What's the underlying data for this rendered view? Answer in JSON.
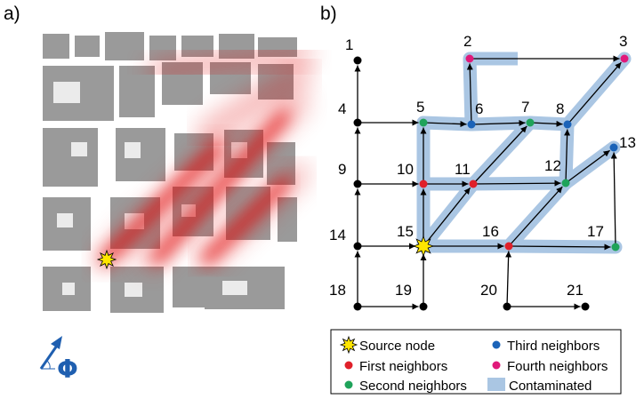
{
  "panels": {
    "a": "a)",
    "b": "b)"
  },
  "phi_symbol": "Φ",
  "colors": {
    "building": "#9a9a9a",
    "street_glow": "#e00000",
    "edge": "#000000",
    "contaminated": "#aac6e3",
    "source": "#ffe600",
    "first": "#e0202a",
    "second": "#1fa35a",
    "third": "#1b63b8",
    "fourth": "#e0197a",
    "plain": "#000000",
    "phi": "#1f5fb0"
  },
  "nodes": [
    {
      "id": "1",
      "label": "1",
      "type": "plain"
    },
    {
      "id": "2",
      "label": "2",
      "type": "fourth"
    },
    {
      "id": "3",
      "label": "3",
      "type": "fourth"
    },
    {
      "id": "4",
      "label": "4",
      "type": "plain"
    },
    {
      "id": "5",
      "label": "5",
      "type": "second"
    },
    {
      "id": "6",
      "label": "6",
      "type": "third"
    },
    {
      "id": "7",
      "label": "7",
      "type": "second"
    },
    {
      "id": "8",
      "label": "8",
      "type": "third"
    },
    {
      "id": "9",
      "label": "9",
      "type": "plain"
    },
    {
      "id": "10",
      "label": "10",
      "type": "first"
    },
    {
      "id": "11",
      "label": "11",
      "type": "first"
    },
    {
      "id": "12",
      "label": "12",
      "type": "second"
    },
    {
      "id": "13",
      "label": "13",
      "type": "third"
    },
    {
      "id": "14",
      "label": "14",
      "type": "plain"
    },
    {
      "id": "15",
      "label": "15",
      "type": "source"
    },
    {
      "id": "16",
      "label": "16",
      "type": "first"
    },
    {
      "id": "17",
      "label": "17",
      "type": "second"
    },
    {
      "id": "18",
      "label": "18",
      "type": "plain"
    },
    {
      "id": "19",
      "label": "19",
      "type": "plain"
    },
    {
      "id": "20",
      "label": "20",
      "type": "plain"
    },
    {
      "id": "21",
      "label": "21",
      "type": "plain"
    }
  ],
  "edges": [
    [
      "4",
      "1"
    ],
    [
      "9",
      "4"
    ],
    [
      "14",
      "9"
    ],
    [
      "18",
      "14"
    ],
    [
      "18",
      "19"
    ],
    [
      "19",
      "15"
    ],
    [
      "14",
      "15"
    ],
    [
      "9",
      "10"
    ],
    [
      "4",
      "5"
    ],
    [
      "15",
      "10"
    ],
    [
      "10",
      "5"
    ],
    [
      "5",
      "6"
    ],
    [
      "6",
      "2"
    ],
    [
      "2",
      "3"
    ],
    [
      "6",
      "7"
    ],
    [
      "7",
      "8"
    ],
    [
      "8",
      "3"
    ],
    [
      "15",
      "11"
    ],
    [
      "10",
      "11"
    ],
    [
      "11",
      "7"
    ],
    [
      "11",
      "12"
    ],
    [
      "12",
      "8"
    ],
    [
      "15",
      "16"
    ],
    [
      "16",
      "12"
    ],
    [
      "12",
      "13"
    ],
    [
      "16",
      "17"
    ],
    [
      "17",
      "13"
    ],
    [
      "20",
      "16"
    ],
    [
      "20",
      "21"
    ]
  ],
  "legend": {
    "source": "Source node",
    "first": "First neighbors",
    "second": "Second neighbors",
    "third": "Third neighbors",
    "fourth": "Fourth neighbors",
    "contaminated": "Contaminated"
  }
}
